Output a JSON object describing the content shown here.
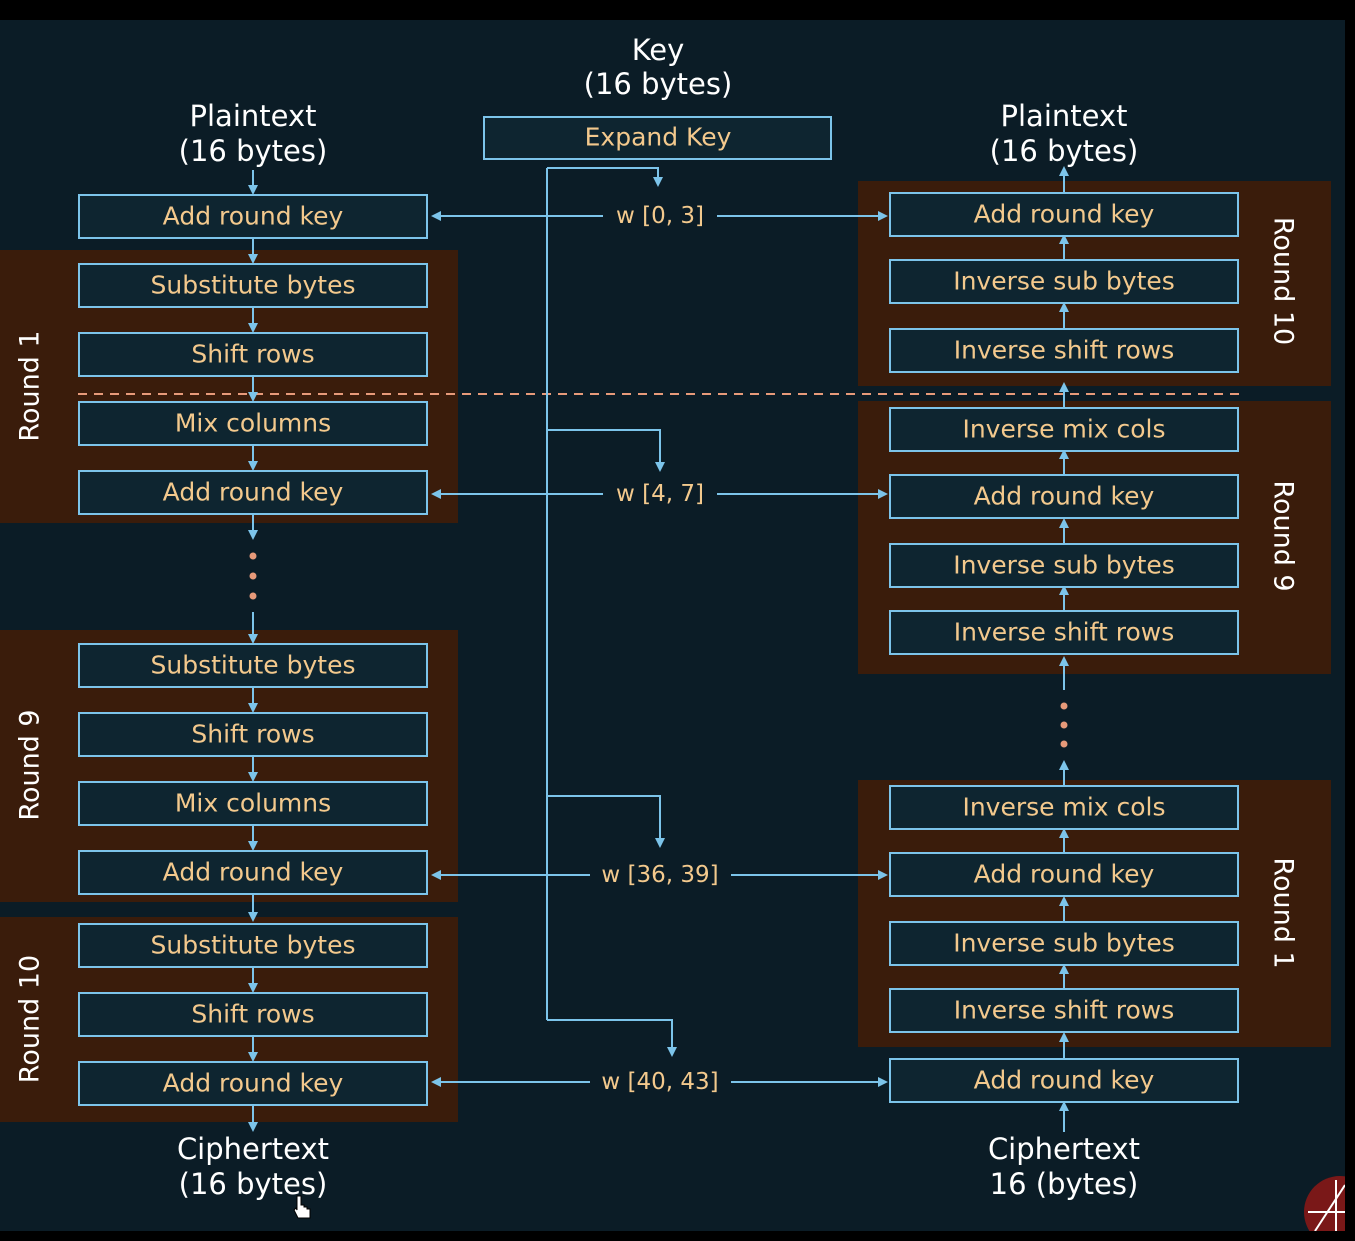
{
  "key": {
    "label": "Key",
    "size": "(16 bytes)",
    "expand_label": "Expand Key"
  },
  "encrypt": {
    "input_label": "Plaintext",
    "input_size": "(16 bytes)",
    "output_label": "Ciphertext",
    "output_size": "(16 bytes)",
    "initial_step": "Add round key",
    "rounds": [
      {
        "label": "Round 1",
        "steps": [
          "Substitute bytes",
          "Shift rows",
          "Mix columns",
          "Add round key"
        ]
      },
      {
        "label": "Round 9",
        "steps": [
          "Substitute bytes",
          "Shift rows",
          "Mix columns",
          "Add round key"
        ]
      },
      {
        "label": "Round 10",
        "steps": [
          "Substitute bytes",
          "Shift rows",
          "Add round key"
        ]
      }
    ]
  },
  "decrypt": {
    "output_label": "Plaintext",
    "output_size": "(16 bytes)",
    "input_label": "Ciphertext",
    "input_size": "16 (bytes)",
    "initial_step": "Add round key",
    "rounds": [
      {
        "label": "Round 10",
        "steps": [
          "Add round key",
          "Inverse sub bytes",
          "Inverse shift rows"
        ]
      },
      {
        "label": "Round 9",
        "steps": [
          "Inverse mix cols",
          "Add round key",
          "Inverse sub bytes",
          "Inverse shift rows"
        ]
      },
      {
        "label": "Round 1",
        "steps": [
          "Inverse mix cols",
          "Add round key",
          "Inverse sub bytes",
          "Inverse shift rows"
        ]
      }
    ]
  },
  "round_keys": [
    "w [0, 3]",
    "w [4, 7]",
    "w [36, 39]",
    "w [40, 43]"
  ],
  "colors": {
    "background": "#0b1c26",
    "round_band": "#3a1c0b",
    "box_border": "#7cc4ea",
    "box_text": "#f3c98d",
    "separator": "#e79a7a",
    "io_text": "#ffffff"
  }
}
